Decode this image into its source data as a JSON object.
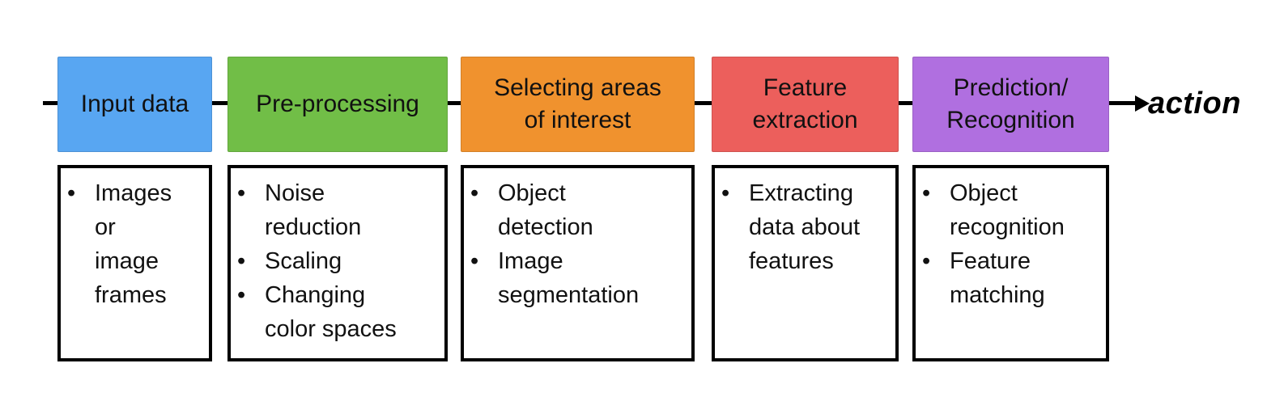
{
  "diagram": {
    "stages": [
      {
        "label": "Input data",
        "color": "#58A6F2",
        "details": [
          "Images\nor\nimage\nframes"
        ]
      },
      {
        "label": "Pre-processing",
        "color": "#71BE47",
        "details": [
          "Noise\nreduction",
          "Scaling",
          "Changing\ncolor spaces"
        ]
      },
      {
        "label": "Selecting areas\nof interest",
        "color": "#F0922E",
        "details": [
          "Object\ndetection",
          "Image\nsegmentation"
        ]
      },
      {
        "label": "Feature\nextraction",
        "color": "#EC5F5C",
        "details": [
          "Extracting\ndata about\nfeatures"
        ]
      },
      {
        "label": "Prediction/\nRecognition",
        "color": "#B06FE0",
        "details": [
          "Object\nrecognition",
          "Feature\nmatching"
        ]
      }
    ],
    "output_label": "action",
    "line_color": "#000000"
  }
}
